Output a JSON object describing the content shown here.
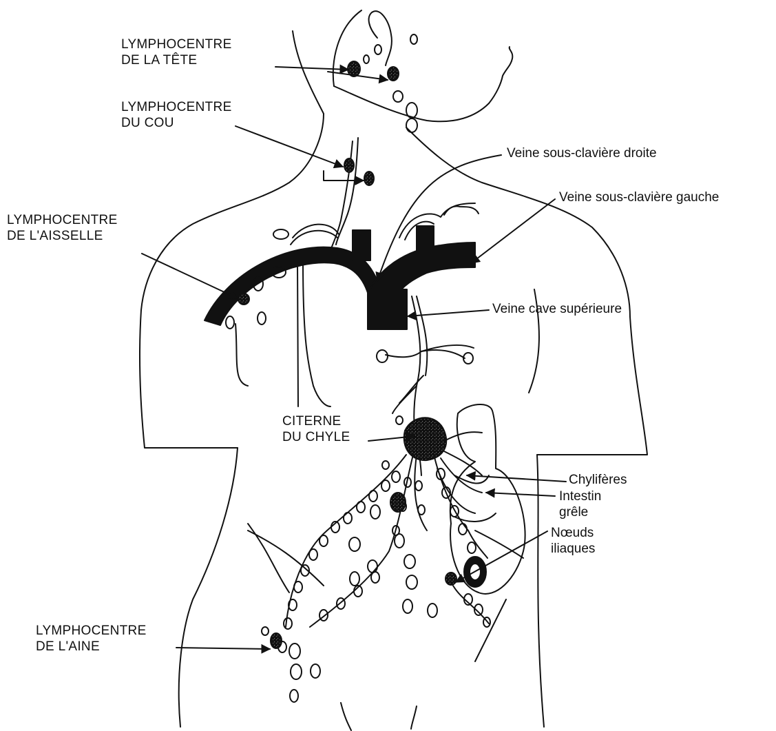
{
  "colors": {
    "ink": "#111111",
    "node_fill": "#9a9a9a",
    "background": "#ffffff"
  },
  "labels": {
    "head_lymphocentre": [
      "LYMPHOCENTRE",
      "DE LA TÊTE"
    ],
    "neck_lymphocentre": [
      "LYMPHOCENTRE",
      "DU COU"
    ],
    "axilla_lymphocentre": [
      "LYMPHOCENTRE",
      "DE L'AISSELLE"
    ],
    "groin_lymphocentre": [
      "LYMPHOCENTRE",
      "DE L'AINE"
    ],
    "cisterna_chyli": [
      "CITERNE",
      "DU CHYLE"
    ],
    "right_subclavian_vein": "Veine sous-clavière droite",
    "left_subclavian_vein": "Veine sous-clavière gauche",
    "superior_vena_cava": "Veine cave supérieure",
    "lacteals": "Chylifères",
    "small_intestine": [
      "Intestin",
      "grêle"
    ],
    "iliac_nodes": [
      "Nœuds",
      "iliaques"
    ]
  }
}
